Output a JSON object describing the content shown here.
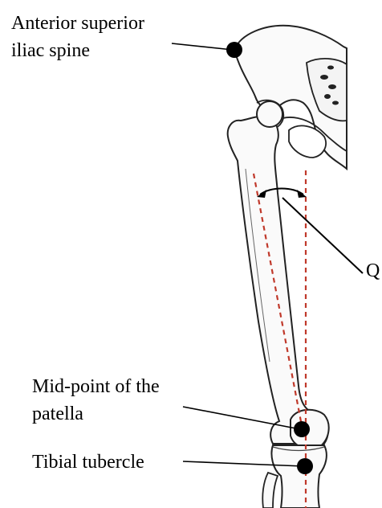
{
  "labels": {
    "asis_line1": "Anterior superior",
    "asis_line2": "iliac spine",
    "patella_line1": "Mid-point of the",
    "patella_line2": "patella",
    "tibial": "Tibial tubercle",
    "q_angle": "Q"
  },
  "colors": {
    "bone_fill": "#fafafa",
    "bone_outline": "#222222",
    "reference_line": "#c0392b",
    "marker": "#000000"
  }
}
